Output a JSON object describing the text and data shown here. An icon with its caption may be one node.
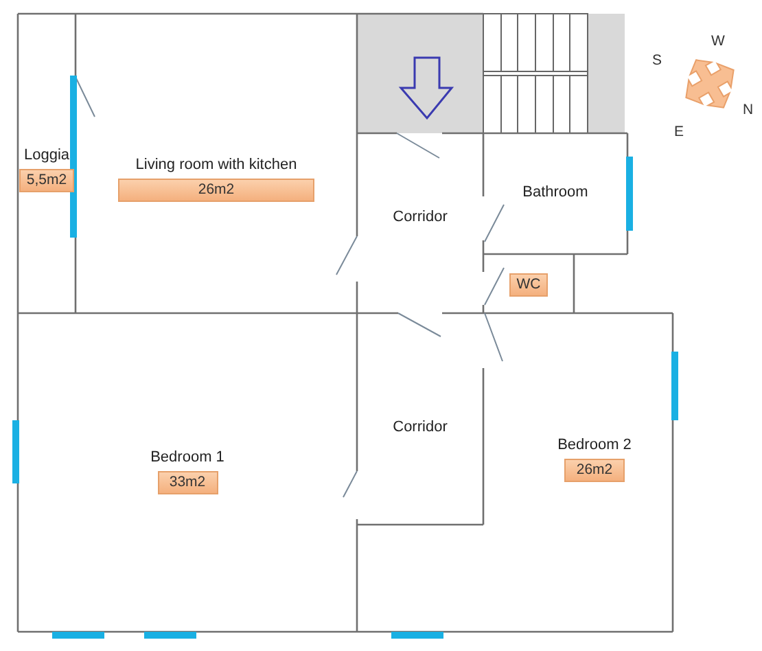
{
  "diagram": {
    "nodes": [
      {
        "text": [
          "Loggia",
          "5,5m2"
        ]
      },
      {
        "text": [
          "Living room with kitchen",
          "26m2"
        ]
      },
      {
        "text": [
          "Corridor"
        ]
      },
      {
        "text": [
          "Bathroom"
        ]
      },
      {
        "text": [
          "WC"
        ]
      },
      {
        "text": [
          "Bedroom 1",
          "33m2"
        ]
      },
      {
        "text": [
          "Corridor"
        ]
      },
      {
        "text": [
          "Bedroom 2",
          "26m2"
        ]
      }
    ],
    "labels": [
      "S",
      "W",
      "N",
      "E"
    ]
  }
}
